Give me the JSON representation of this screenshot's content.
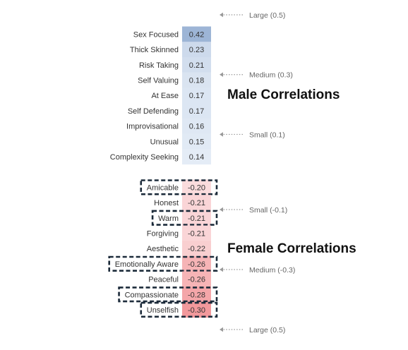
{
  "chart_data": {
    "type": "table",
    "sections": [
      {
        "title": "Male Correlations",
        "rows": [
          {
            "label": "Sex Focused",
            "value": 0.42
          },
          {
            "label": "Thick Skinned",
            "value": 0.23
          },
          {
            "label": "Risk Taking",
            "value": 0.21
          },
          {
            "label": "Self Valuing",
            "value": 0.18
          },
          {
            "label": "At Ease",
            "value": 0.17
          },
          {
            "label": "Self Defending",
            "value": 0.17
          },
          {
            "label": "Improvisational",
            "value": 0.16
          },
          {
            "label": "Unusual",
            "value": 0.15
          },
          {
            "label": "Complexity Seeking",
            "value": 0.14
          }
        ]
      },
      {
        "title": "Female Correlations",
        "rows": [
          {
            "label": "Amicable",
            "value": -0.2,
            "highlighted": true
          },
          {
            "label": "Honest",
            "value": -0.21,
            "highlighted": false
          },
          {
            "label": "Warm",
            "value": -0.21,
            "highlighted": true
          },
          {
            "label": "Forgiving",
            "value": -0.21,
            "highlighted": false
          },
          {
            "label": "Aesthetic",
            "value": -0.22,
            "highlighted": false
          },
          {
            "label": "Emotionally Aware",
            "value": -0.26,
            "highlighted": true
          },
          {
            "label": "Peaceful",
            "value": -0.26,
            "highlighted": false
          },
          {
            "label": "Compassionate",
            "value": -0.28,
            "highlighted": true
          },
          {
            "label": "Unselfish",
            "value": -0.3,
            "highlighted": true
          }
        ]
      }
    ],
    "reference_markers": [
      {
        "label": "Large (0.5)",
        "value": 0.5
      },
      {
        "label": "Medium (0.3)",
        "value": 0.3
      },
      {
        "label": "Small (0.1)",
        "value": 0.1
      },
      {
        "label": "Small (-0.1)",
        "value": -0.1
      },
      {
        "label": "Medium (-0.3)",
        "value": -0.3
      },
      {
        "label": "Large (0.5)",
        "value": -0.5
      }
    ],
    "colors": {
      "male_strong": "#9db5d6",
      "male_weak": "#e4ecf6",
      "female_strong": "#f2999c",
      "female_weak": "#fbdcdd",
      "highlight_border": "#1c2b3a",
      "arrow": "#999999"
    }
  }
}
